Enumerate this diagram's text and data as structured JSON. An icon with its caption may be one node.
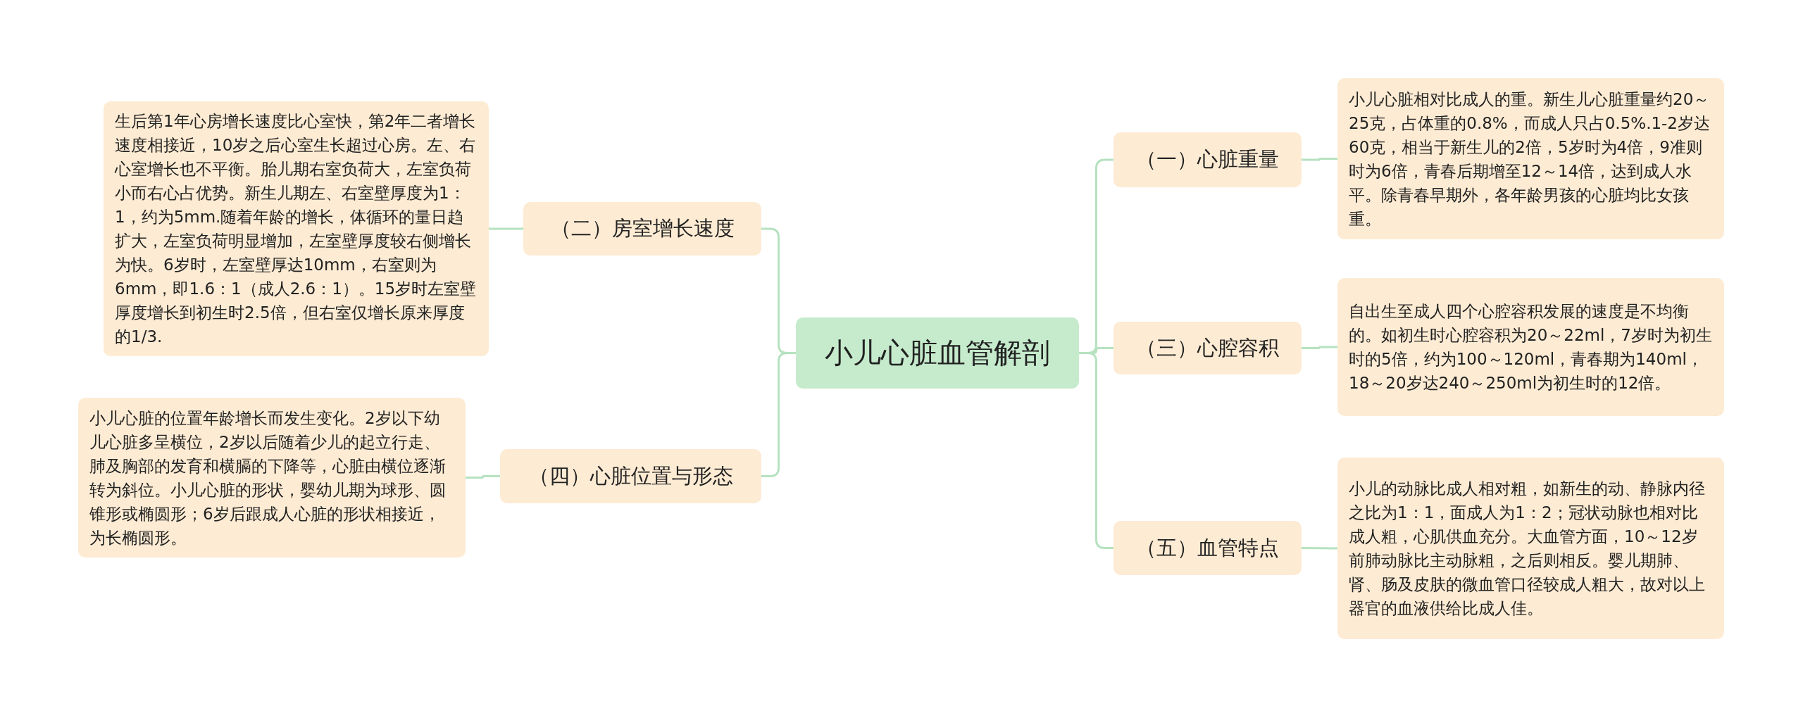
{
  "diagram": {
    "nodes": [
      {
        "text": [
          "小儿心脏血管解剖"
        ]
      },
      {
        "text": [
          "（一）心脏重量"
        ]
      },
      {
        "text": [
          "小儿心脏相对比成人的重。新生儿心脏重量约20～25克，占体重的0.8%，而成人只占0.5%.1-2岁达60克，相当于新生儿的2倍，5岁时为4倍，9准则时为6倍，青春后期增至12～14倍，达到成人水平。除青春早期外，各年龄男孩的心脏均比女孩重。"
        ]
      },
      {
        "text": [
          "（二）房室增长速度"
        ]
      },
      {
        "text": [
          "生后第1年心房增长速度比心室快，第2年二者增长速度相接近，10岁之后心室生长超过心房。左、右心室增长也不平衡。胎儿期右室负荷大，左室负荷小而右心占优势。新生儿期左、右室壁厚度为1：1，约为5mm.随着年龄的增长，体循环的量日趋扩大，左室负荷明显增加，左室壁厚度较右侧增长为快。6岁时，左室壁厚达10mm，右室则为6mm，即1.6：1（成人2.6：1）。15岁时左室壁厚度增长到初生时2.5倍，但右室仅增长原来厚度的1/3."
        ]
      },
      {
        "text": [
          "（三）心腔容积"
        ]
      },
      {
        "text": [
          "自出生至成人四个心腔容积发展的速度是不均衡的。如初生时心腔容积为20～22ml，7岁时为初生时的5倍，约为100～120ml，青春期为140ml，18～20岁达240～250ml为初生时的12倍。"
        ]
      },
      {
        "text": [
          "（四）心脏位置与形态"
        ]
      },
      {
        "text": [
          "小儿心脏的位置年龄增长而发生变化。2岁以下幼儿心脏多呈横位，2岁以后随着少儿的起立行走、肺及胸部的发育和横膈的下降等，心脏由横位逐渐转为斜位。小儿心脏的形状，婴幼儿期为球形、圆锥形或椭圆形；6岁后跟成人心脏的形状相接近，为长椭圆形。"
        ]
      },
      {
        "text": [
          "（五）血管特点"
        ]
      },
      {
        "text": [
          "小儿的动脉比成人相对粗，如新生的动、静脉内径之比为1：1，面成人为1：2；冠状动脉也相对比成人粗，心肌供血充分。大血管方面，10～12岁前肺动脉比主动脉粗，之后则相反。婴儿期肺、肾、肠及皮肤的微血管口径较成人粗大，故对以上器官的血液供给比成人佳。"
        ]
      }
    ],
    "edges": [
      {
        "from": 0,
        "to": 1,
        "arrow": "none"
      },
      {
        "from": 1,
        "to": 2,
        "arrow": "none"
      },
      {
        "from": 0,
        "to": 3,
        "arrow": "none"
      },
      {
        "from": 3,
        "to": 4,
        "arrow": "none"
      },
      {
        "from": 0,
        "to": 5,
        "arrow": "none"
      },
      {
        "from": 5,
        "to": 6,
        "arrow": "none"
      },
      {
        "from": 0,
        "to": 7,
        "arrow": "none"
      },
      {
        "from": 7,
        "to": 8,
        "arrow": "none"
      },
      {
        "from": 0,
        "to": 9,
        "arrow": "none"
      },
      {
        "from": 9,
        "to": 10,
        "arrow": "none"
      }
    ]
  }
}
